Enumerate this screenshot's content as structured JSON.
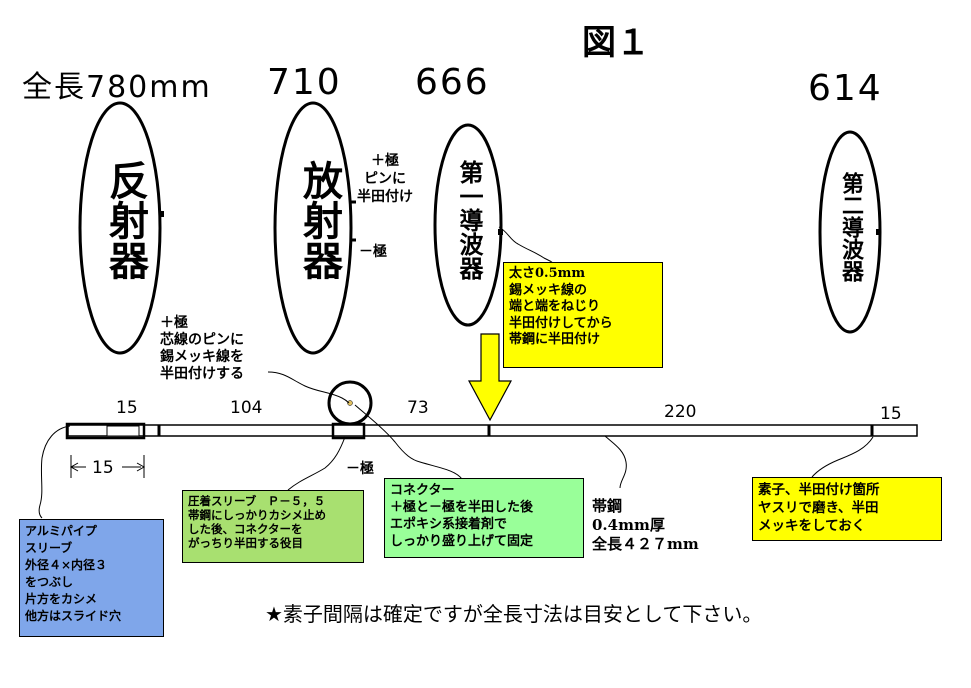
{
  "figure_title": "図１",
  "total_length_label": "全長780mm",
  "lengths": {
    "radiator": "710",
    "director1": "666",
    "director2": "614"
  },
  "elements": {
    "reflector": "反射器",
    "radiator": "放射器",
    "director1": "第一導波器",
    "director2": "第二導波器"
  },
  "labels": {
    "plus_pin": "＋極\nピンに\n半田付け",
    "minus_pole_top": "－極",
    "core_pin": "＋極\n芯線のピンに\n錫メッキ線を\n半田付けする",
    "minus_pole_bottom": "－極",
    "band_steel": "帯鋼\n0.4mm厚\n全長４２７mm"
  },
  "dimensions": {
    "d15a": "15",
    "d104": "104",
    "d73": "73",
    "d220": "220",
    "d15b": "15",
    "d15c": "15"
  },
  "notes": {
    "wire": "太さ0.5mm\n錫メッキ線の\n端と端をねじり\n半田付けしてから\n帯鋼に半田付け",
    "sleeve": "圧着スリーブ　Ｐ－５，５\n帯鋼にしっかりカシメ止め\nした後、コネクターを\nがっちり半田する役目",
    "connector": "コネクター\n＋極と－極を半田した後\nエポキシ系接着剤で\nしっかり盛り上げて固定",
    "element_tip": "素子、半田付け箇所\nヤスリで磨き、半田\nメッキをしておく",
    "pipe": "アルミパイプ\nスリーブ\n外径４×内径３\nをつぶし\n片方をカシメ\n他方はスライド穴"
  },
  "footer": "★素子間隔は確定ですが全長寸法は目安として下さい。",
  "colors": {
    "yellow": "#ffff00",
    "green": "#a8e070",
    "light_green": "#99ff99",
    "blue": "#7fa6ea"
  }
}
